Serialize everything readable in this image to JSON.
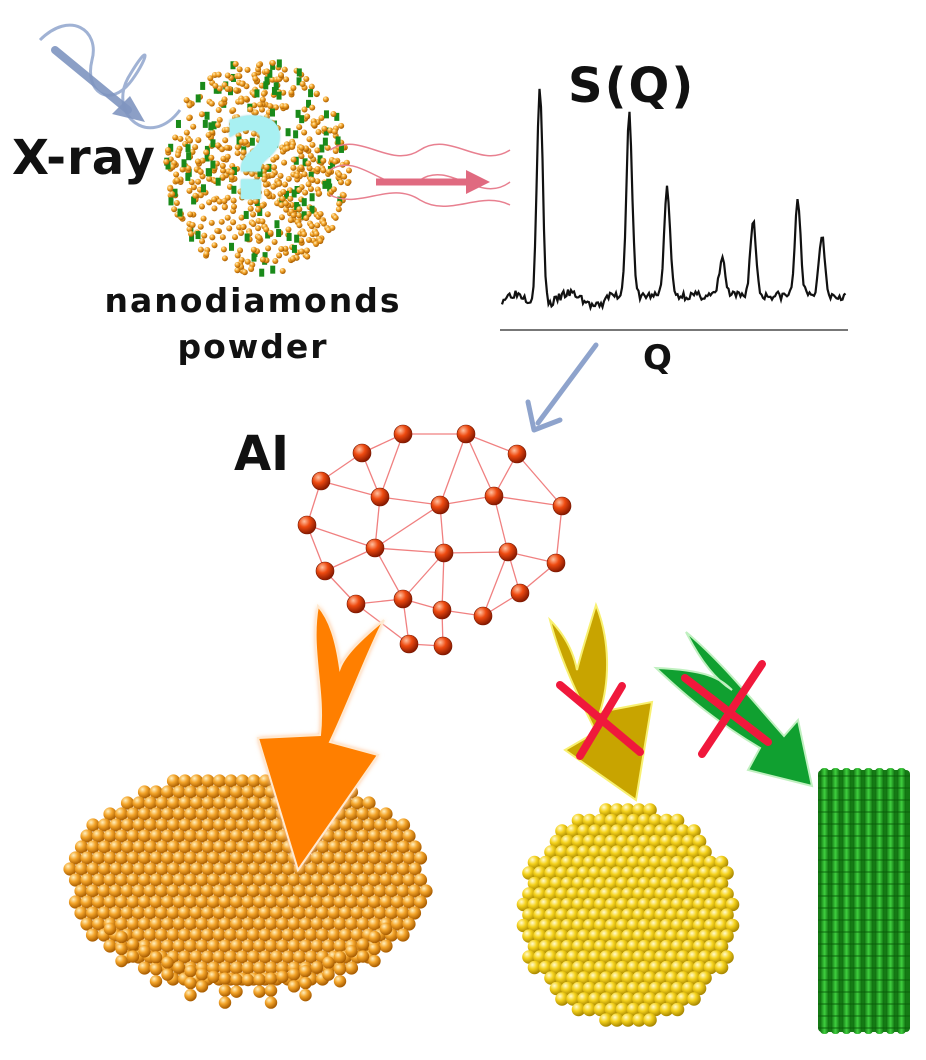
{
  "labels": {
    "xray": "X-ray",
    "powder_line1": "nanodiamonds",
    "powder_line2": "powder",
    "sq_title": "S(Q)",
    "q_axis": "Q",
    "ai": "AI",
    "question_mark": "?"
  },
  "colors": {
    "incident_beam": "#7f95c0",
    "scattered_beam": "#e06070",
    "arrow_to_ai": "#8ea3cc",
    "network_node": "#e8400a",
    "network_edge": "#f08080",
    "arrow_orange": "#ff7f00",
    "arrow_yellow": "#c8a400",
    "arrow_green": "#10a030",
    "reject_cross": "#f0183c",
    "cluster_orange": "#f09a1c",
    "cluster_yellow": "#f2cf1a",
    "cluster_green": "#1eab1e",
    "powder_orange": "#f0a020",
    "powder_green": "#1a8a1a"
  },
  "spectrum": {
    "note_for_shape_only": "qualitative S(Q) trace",
    "peaks_relative": [
      {
        "q": 0.11,
        "h": 1.0
      },
      {
        "q": 0.37,
        "h": 0.83
      },
      {
        "q": 0.48,
        "h": 0.49
      },
      {
        "q": 0.64,
        "h": 0.17
      },
      {
        "q": 0.73,
        "h": 0.34
      },
      {
        "q": 0.86,
        "h": 0.43
      },
      {
        "q": 0.93,
        "h": 0.28
      }
    ]
  }
}
